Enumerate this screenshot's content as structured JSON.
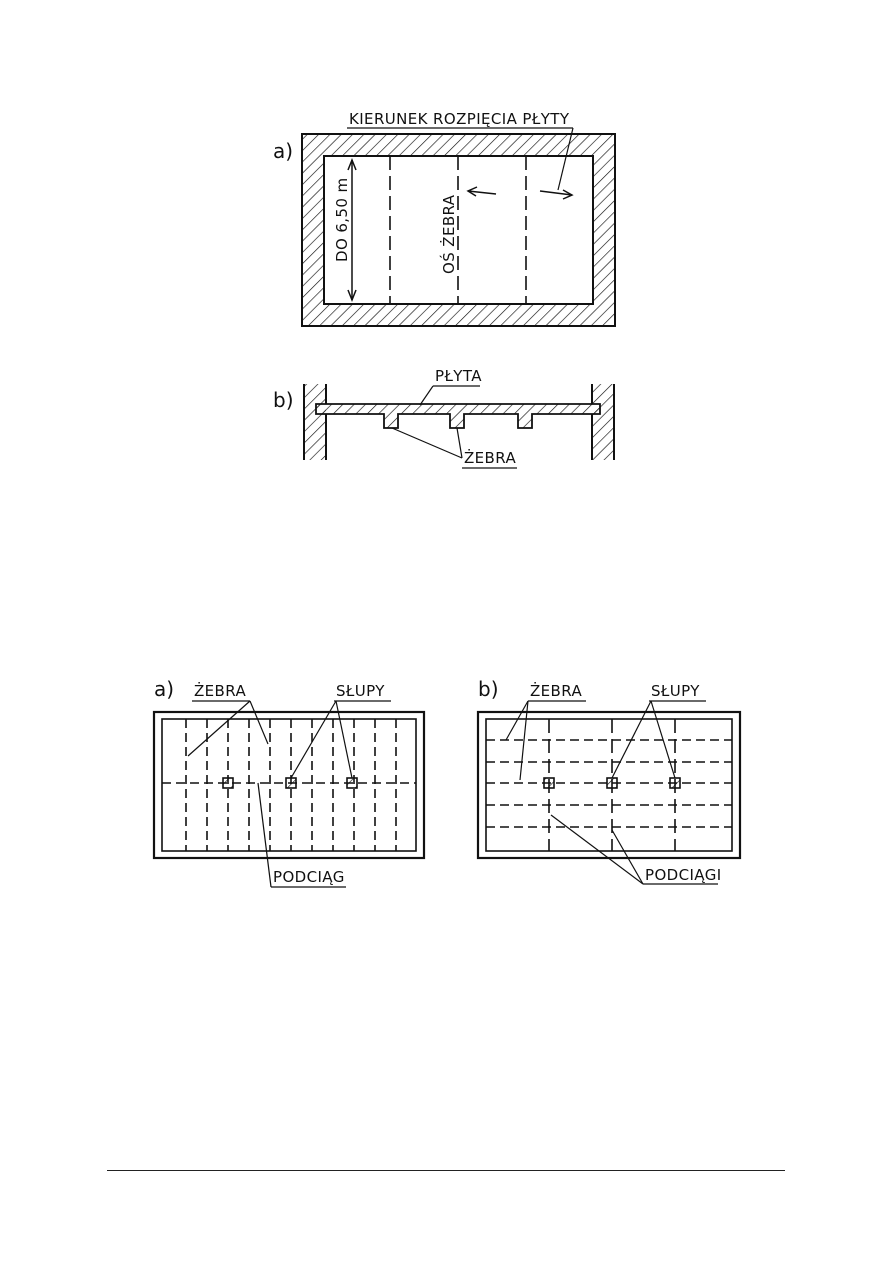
{
  "figure1": {
    "panel_a_letter": "a)",
    "panel_b_letter": "b)",
    "span_direction_label": "KIERUNEK ROZPIĘCIA PŁYTY",
    "span_dimension_label": "DO 6,50 m",
    "rib_axis_label": "OŚ ŻEBRA",
    "slab_label": "PŁYTA",
    "ribs_label": "ŻEBRA"
  },
  "figure2": {
    "panel_a_letter": "a)",
    "panel_b_letter": "b)",
    "a_ribs_label": "ŻEBRA",
    "a_columns_label": "SŁUPY",
    "a_girder_label": "PODCIĄG",
    "b_ribs_label": "ŻEBRA",
    "b_columns_label": "SŁUPY",
    "b_girders_label": "PODCIĄGI"
  }
}
